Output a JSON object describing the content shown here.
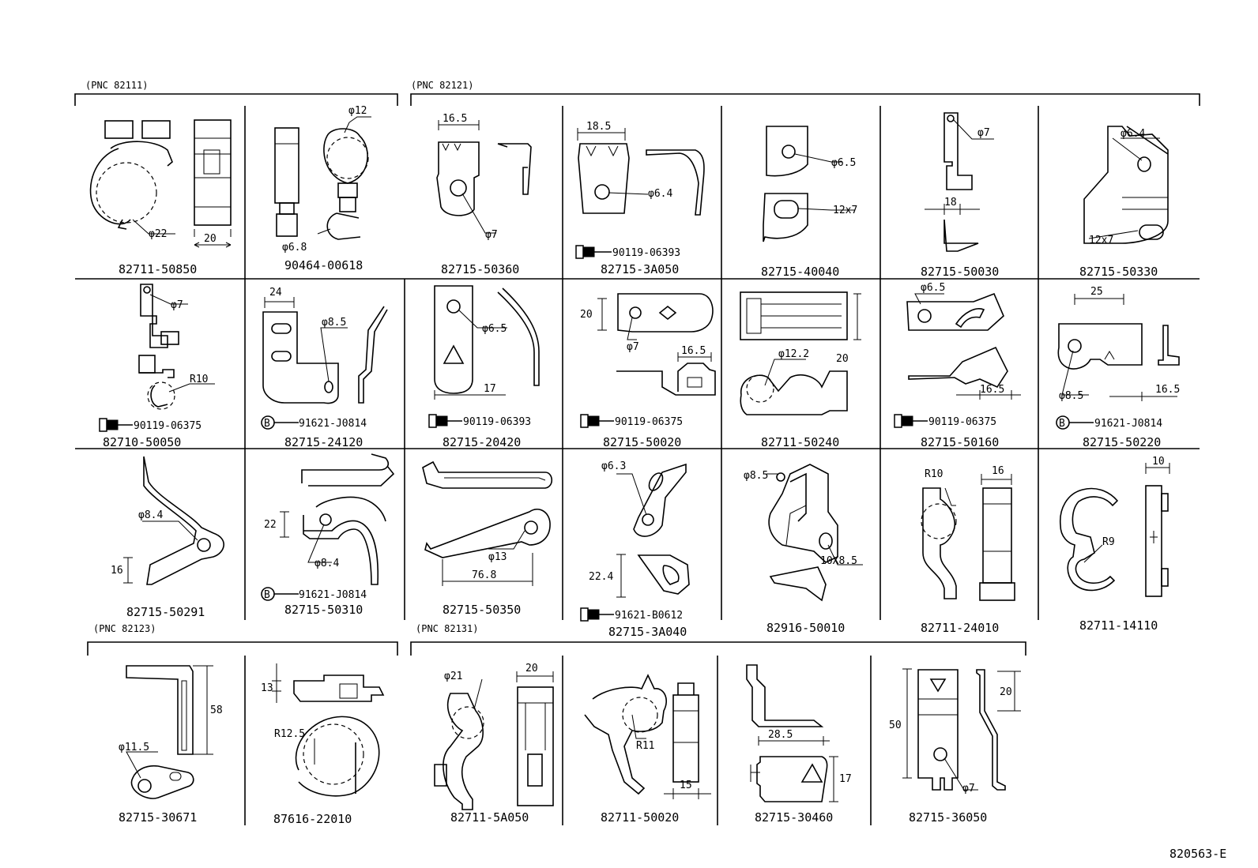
{
  "sheet_code": "820563-E",
  "groups": [
    {
      "label": "(PNC 82111)"
    },
    {
      "label": "(PNC 82121)"
    },
    {
      "label": "(PNC 82123)"
    },
    {
      "label": "(PNC 82131)"
    }
  ],
  "parts": [
    {
      "pn": "82711-50850",
      "dims": [
        "φ22",
        "20"
      ]
    },
    {
      "pn": "90464-00618",
      "dims": [
        "φ12",
        "φ6.8"
      ]
    },
    {
      "pn": "82715-50360",
      "dims": [
        "16.5",
        "φ7"
      ]
    },
    {
      "pn": "82715-3A050",
      "dims": [
        "18.5",
        "φ6.4"
      ],
      "bolt": "90119-06393"
    },
    {
      "pn": "82715-40040",
      "dims": [
        "φ6.5",
        "12x7"
      ]
    },
    {
      "pn": "82715-50030",
      "dims": [
        "φ7",
        "18"
      ]
    },
    {
      "pn": "82715-50330",
      "dims": [
        "φ6.4",
        "12x7"
      ]
    },
    {
      "pn": "82710-50050",
      "dims": [
        "φ7",
        "R10"
      ],
      "bolt": "90119-06375"
    },
    {
      "pn": "82715-24120",
      "dims": [
        "24",
        "φ8.5"
      ],
      "clip": "91621-J0814",
      "clip_mark": "B"
    },
    {
      "pn": "82715-20420",
      "dims": [
        "φ6.5",
        "17"
      ],
      "bolt": "90119-06393"
    },
    {
      "pn": "82715-50020",
      "dims": [
        "20",
        "φ7",
        "16.5"
      ],
      "bolt": "90119-06375"
    },
    {
      "pn": "82711-50240",
      "dims": [
        "φ12.2",
        "20"
      ]
    },
    {
      "pn": "82715-50160",
      "dims": [
        "φ6.5",
        "16.5"
      ],
      "bolt": "90119-06375"
    },
    {
      "pn": "82715-50220",
      "dims": [
        "25",
        "φ8.5",
        "16.5"
      ],
      "clip": "91621-J0814",
      "clip_mark": "B"
    },
    {
      "pn": "82715-50291",
      "dims": [
        "φ8.4",
        "16"
      ]
    },
    {
      "pn": "82715-50310",
      "dims": [
        "22",
        "φ8.4"
      ],
      "clip": "91621-J0814",
      "clip_mark": "B"
    },
    {
      "pn": "82715-50350",
      "dims": [
        "φ13",
        "76.8"
      ]
    },
    {
      "pn": "82715-3A040",
      "dims": [
        "φ6.3",
        "22.4"
      ],
      "bolt": "91621-B0612"
    },
    {
      "pn": "82916-50010",
      "dims": [
        "φ8.5",
        "10X8.5"
      ]
    },
    {
      "pn": "82711-24010",
      "dims": [
        "R10",
        "16"
      ]
    },
    {
      "pn": "82711-14110",
      "dims": [
        "10",
        "R9"
      ]
    },
    {
      "pn": "82715-30671",
      "dims": [
        "58",
        "φ11.5"
      ]
    },
    {
      "pn": "87616-22010",
      "dims": [
        "13",
        "R12.5"
      ]
    },
    {
      "pn": "82711-5A050",
      "dims": [
        "φ21",
        "20"
      ]
    },
    {
      "pn": "82711-50020",
      "dims": [
        "R11",
        "15"
      ]
    },
    {
      "pn": "82715-30460",
      "dims": [
        "28.5",
        "17"
      ]
    },
    {
      "pn": "82715-36050",
      "dims": [
        "50",
        "20",
        "φ7"
      ]
    }
  ]
}
